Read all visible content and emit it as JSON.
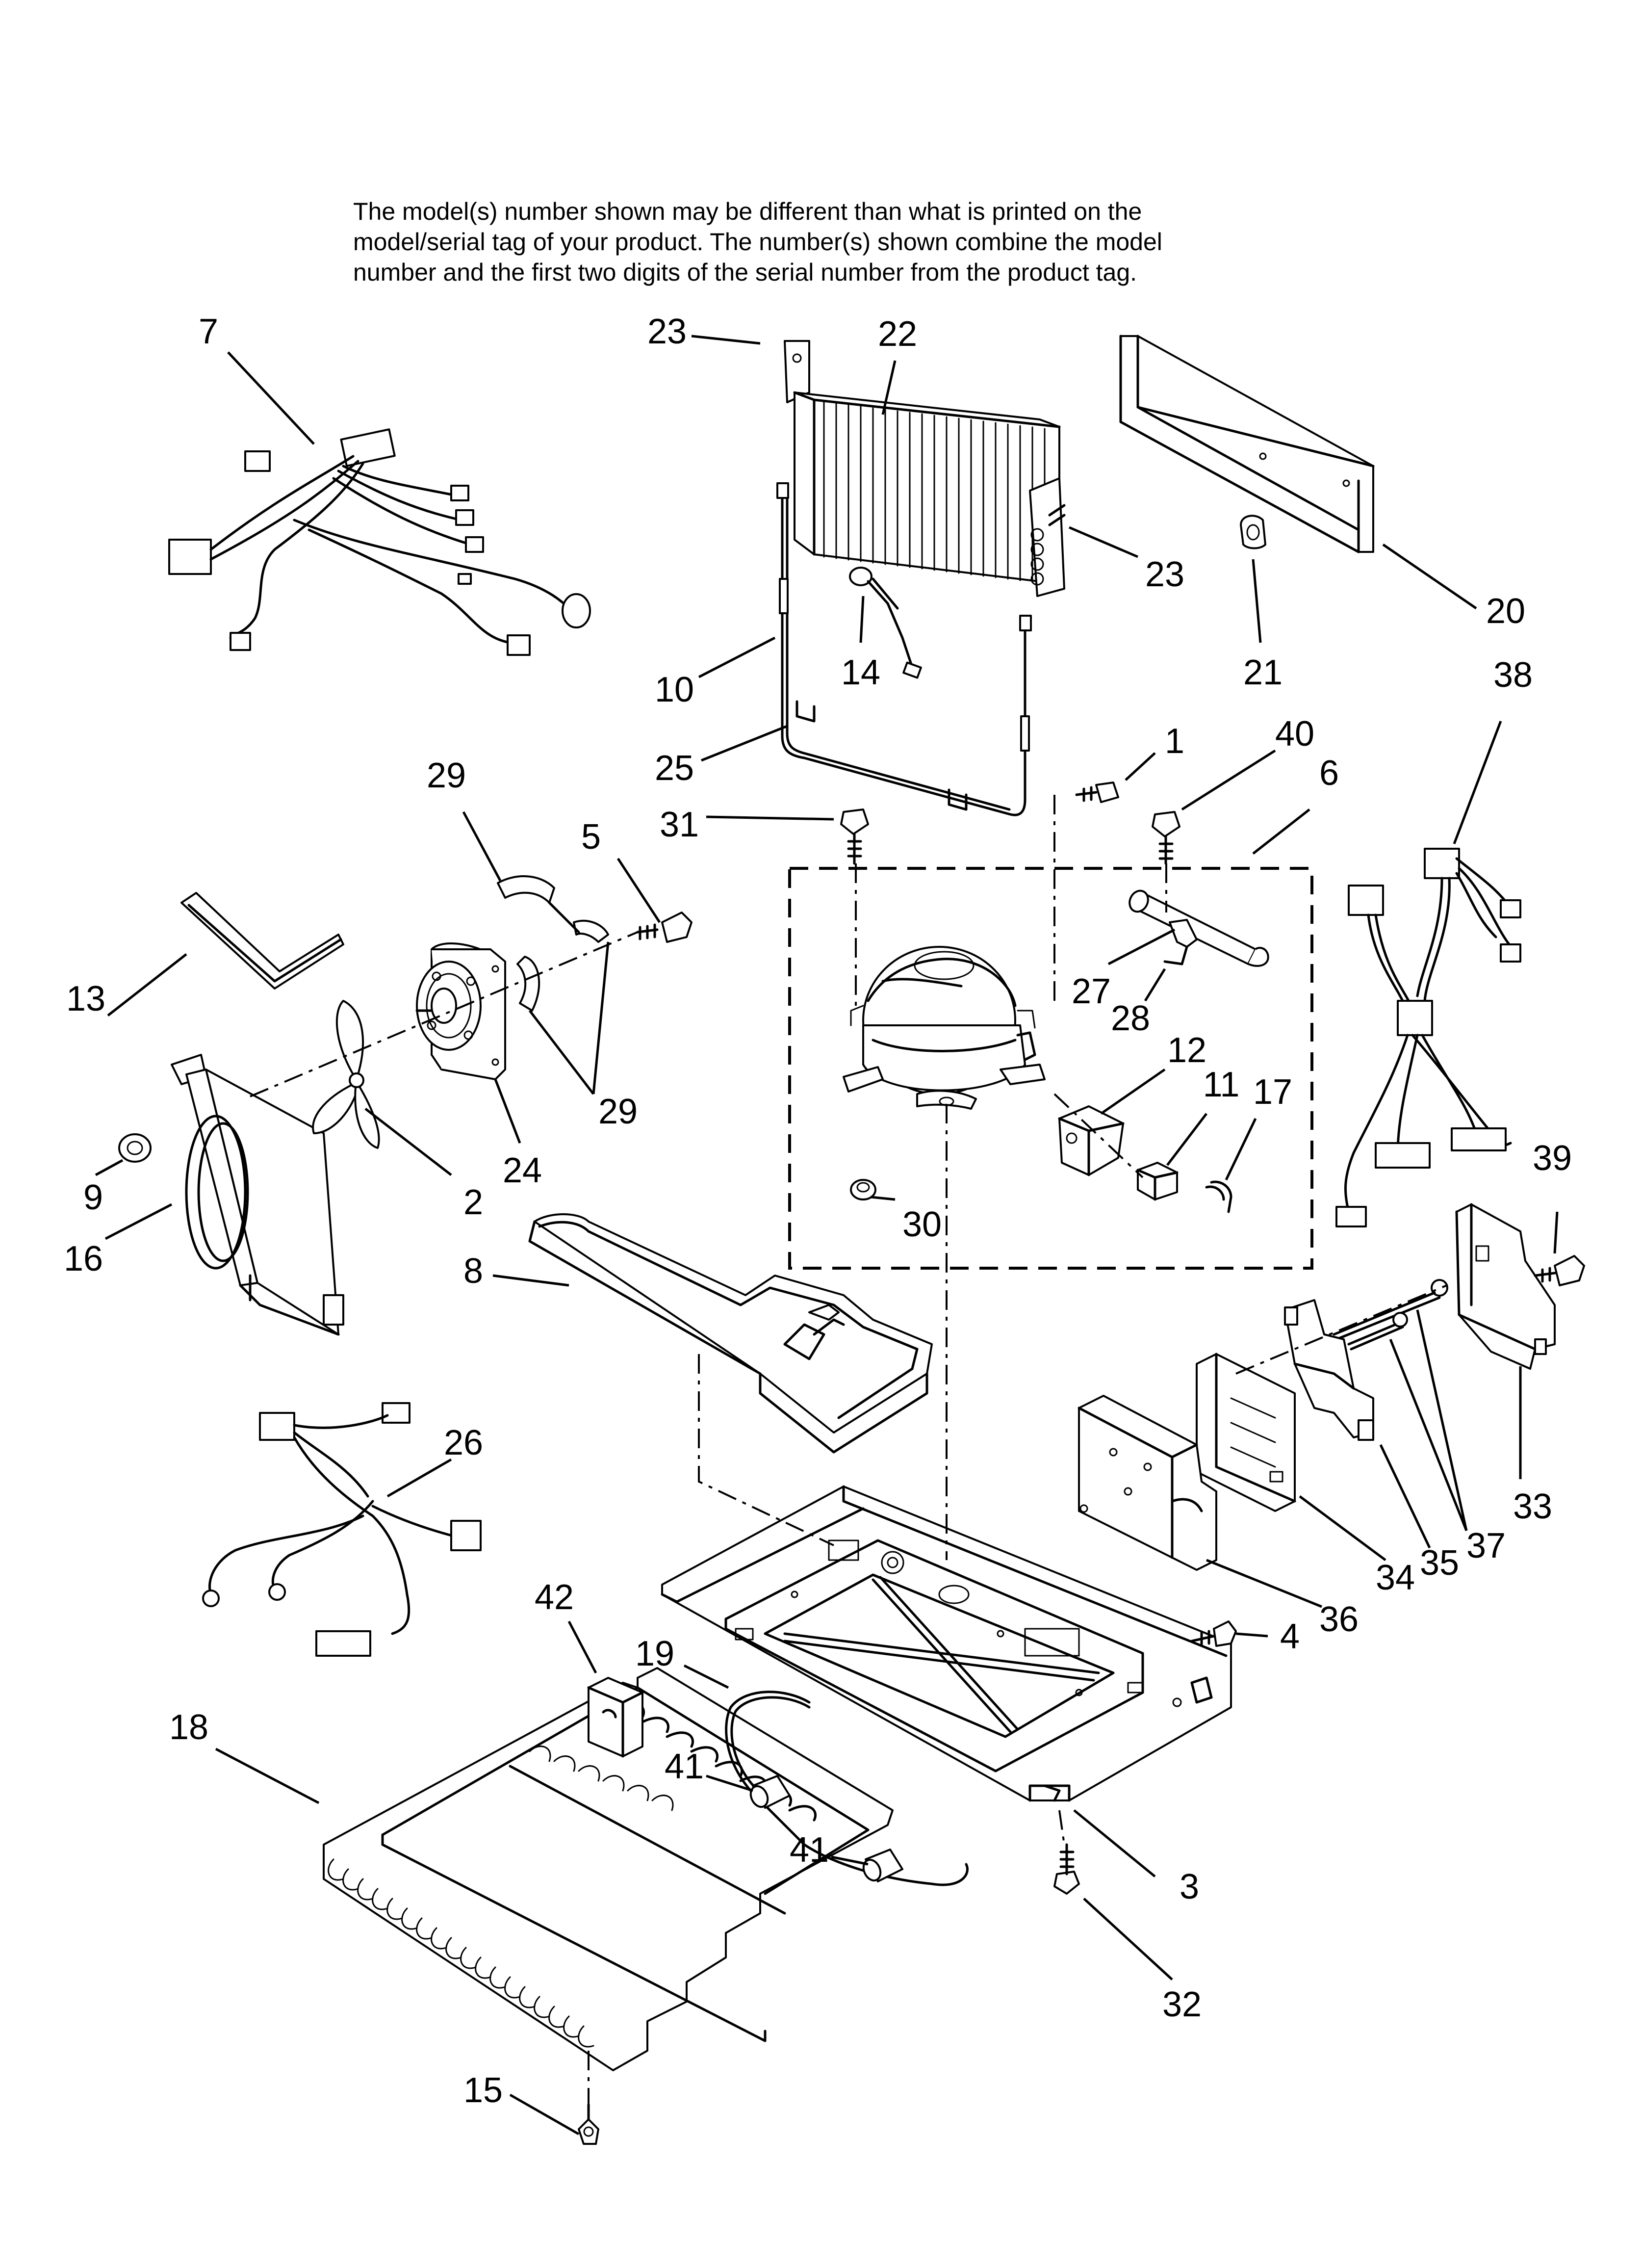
{
  "note": {
    "lines": [
      "The model(s) number shown may be different than what is printed on the",
      "model/serial tag of your product. The number(s) shown combine the model",
      "number and the first two digits of the serial number from the product tag."
    ]
  },
  "callouts": [
    "7",
    "23",
    "22",
    "23",
    "20",
    "21",
    "10",
    "14",
    "25",
    "38",
    "1",
    "40",
    "6",
    "31",
    "29",
    "5",
    "27",
    "28",
    "12",
    "11",
    "17",
    "13",
    "29",
    "9",
    "2",
    "24",
    "16",
    "30",
    "39",
    "8",
    "26",
    "33",
    "37",
    "35",
    "34",
    "36",
    "4",
    "42",
    "19",
    "18",
    "41",
    "41",
    "3",
    "32",
    "15"
  ]
}
